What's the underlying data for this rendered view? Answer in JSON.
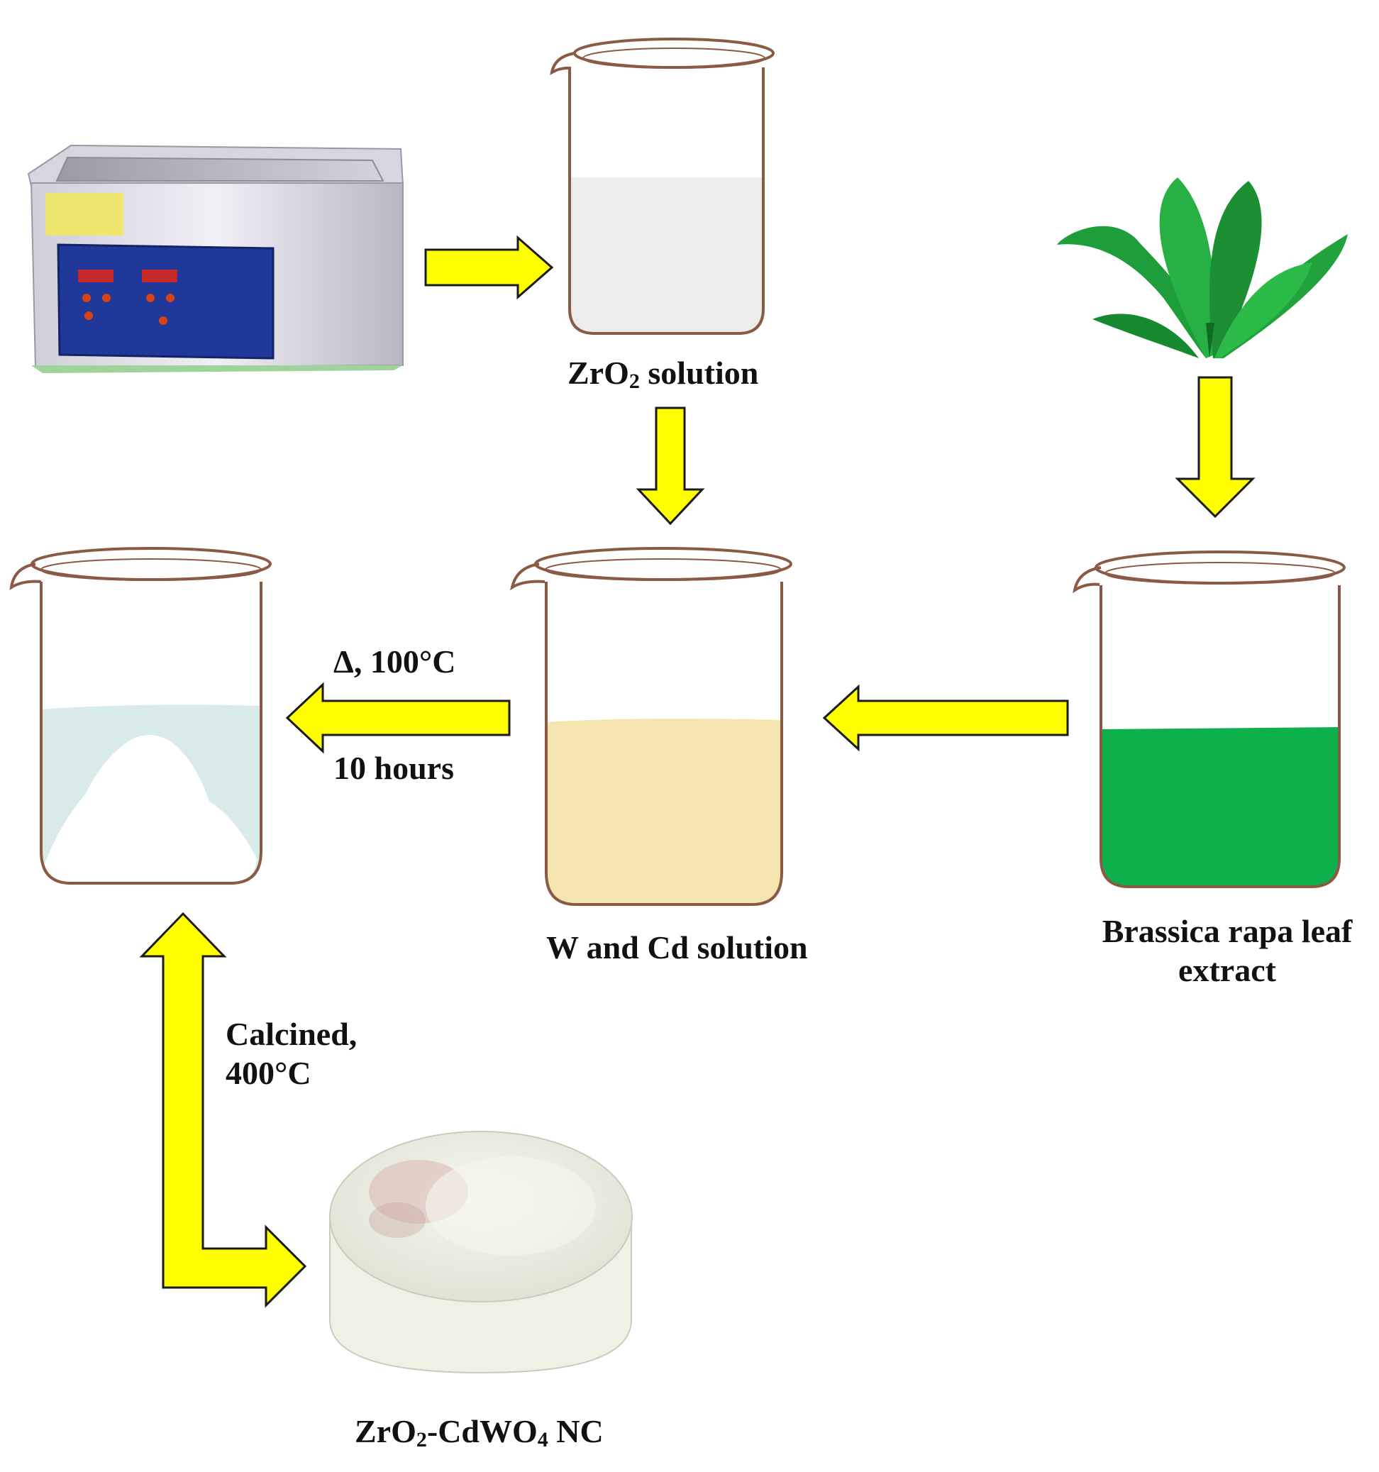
{
  "labels": {
    "zro2_solution": {
      "main": "ZrO",
      "sub": "2",
      "rest": " solution"
    },
    "w_cd_solution": "W and Cd solution",
    "brassica_line1": "Brassica rapa leaf",
    "brassica_line2": "extract",
    "heat_temp": "Δ, 100°C",
    "heat_time": "10 hours",
    "calcined_line1": "Calcined,",
    "calcined_line2": "400°C",
    "product": {
      "a": "ZrO",
      "a_sub": "2",
      "b": "-CdWO",
      "b_sub": "4",
      "c": " NC"
    }
  },
  "colors": {
    "arrow_fill": "#ffff00",
    "arrow_stroke": "#1a1a1a",
    "beaker_outline": "#8b5a44",
    "zro2_liquid": "#ececec",
    "w_cd_liquid": "#f4e4b0",
    "brassica_liquid": "#0db14b",
    "final_liquid": "#d9eaea",
    "precipitate": "#ffffff",
    "leaf_green": "#1e9e3a"
  },
  "icons": {
    "ultrasonic_bath": "ultrasonic-bath-icon",
    "plant": "brassica-plant-icon",
    "petri_dish": "petri-dish-powder-icon"
  }
}
